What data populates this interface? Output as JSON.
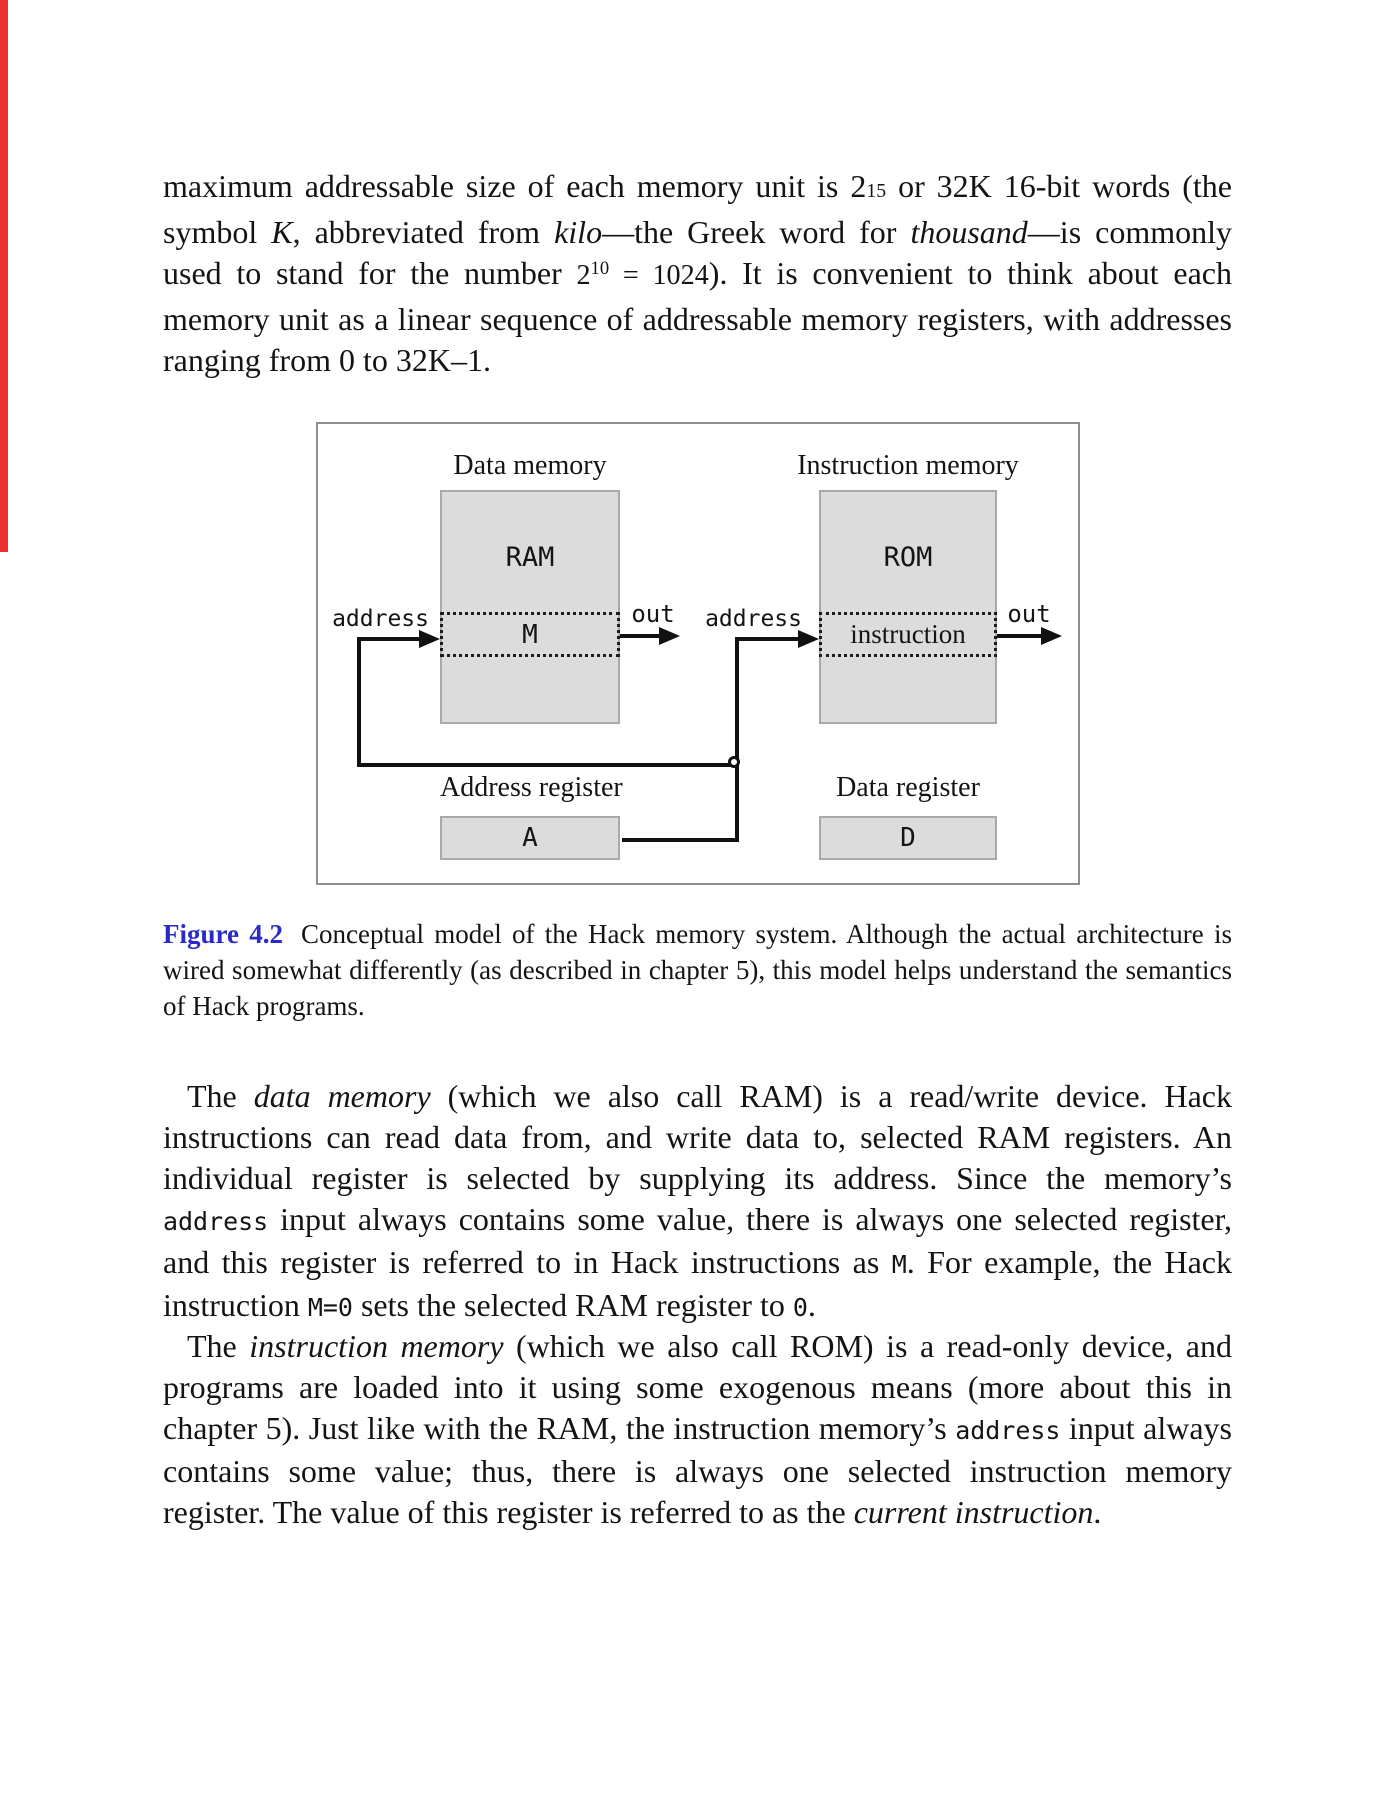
{
  "colors": {
    "red_stripe": "#e8312e",
    "accent_blue": "#2a2ac8",
    "box_fill": "#dcdcdc",
    "box_border": "#a9a9a9",
    "figure_border": "#8f8f8f",
    "wire": "#111111"
  },
  "paragraphs": {
    "p1": [
      [
        "",
        "maximum addressable size of each memory unit is 2"
      ],
      [
        "s15",
        "15"
      ],
      [
        "",
        " or 32K 16-bit words (the symbol "
      ],
      [
        "i",
        "K"
      ],
      [
        "",
        ", abbreviated from "
      ],
      [
        "i",
        "kilo"
      ],
      [
        "",
        "—the Greek word for "
      ],
      [
        "i",
        "thousand"
      ],
      [
        "",
        "—is commonly used to stand for the number "
      ],
      [
        "mth",
        "2"
      ],
      [
        "sup",
        "10"
      ],
      [
        "mth",
        " = 1024"
      ],
      [
        "",
        "). It is convenient to think about each memory unit as a linear sequence of addressable memory registers, with addresses ranging from 0 to 32K–1."
      ]
    ],
    "p2": [
      [
        "",
        "The "
      ],
      [
        "i",
        "data memory"
      ],
      [
        "",
        " (which we also call RAM) is a read/write device. Hack instructions can read data from, and write data to, selected RAM registers. An individual register is selected by supplying its address. Since the memory’s "
      ],
      [
        "m",
        "address"
      ],
      [
        "",
        " input always contains some value, there is always one selected register, and this register is referred to in Hack instructions as "
      ],
      [
        "m",
        "M"
      ],
      [
        "",
        ". For example, the Hack instruction "
      ],
      [
        "m",
        "M=0"
      ],
      [
        "",
        " sets the selected RAM register to "
      ],
      [
        "m",
        "0"
      ],
      [
        "",
        "."
      ]
    ],
    "p3": [
      [
        "",
        "The "
      ],
      [
        "i",
        "instruction memory"
      ],
      [
        "",
        " (which we also call ROM) is a read-only device, and programs are loaded into it using some exogenous means (more about this in chapter 5). Just like with the RAM, the instruction memory’s "
      ],
      [
        "m",
        "address"
      ],
      [
        "",
        " input always contains some value; thus, there is always one selected instruction memory register. The value of this register is referred to as the "
      ],
      [
        "i",
        "current instruction"
      ],
      [
        "",
        "."
      ]
    ]
  },
  "figure": {
    "caption": {
      "label": "Figure 4.2",
      "text": "Conceptual model of the Hack memory system. Although the actual architecture is wired somewhat differently (as described in chapter 5), this model helps understand the semantics of Hack programs."
    },
    "diagram": {
      "data_memory_title": "Data memory",
      "instruction_memory_title": "Instruction memory",
      "ram": "RAM",
      "rom": "ROM",
      "m_register": "M",
      "instruction_register": "instruction",
      "address_left": "address",
      "address_right": "address",
      "out_left": "out",
      "out_right": "out",
      "address_register_title": "Address register",
      "data_register_title": "Data register",
      "a_register": "A",
      "d_register": "D"
    }
  }
}
